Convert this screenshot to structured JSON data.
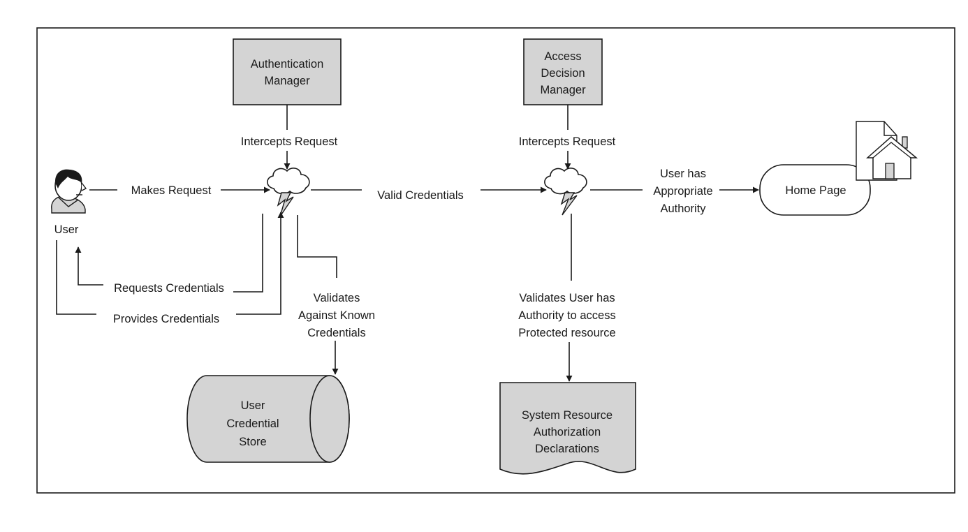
{
  "nodes": {
    "auth_manager": [
      "Authentication",
      "Manager"
    ],
    "access_manager": [
      "Access",
      "Decision",
      "Manager"
    ],
    "user": "User",
    "home_page": "Home Page",
    "credential_store": [
      "User",
      "Credential",
      "Store"
    ],
    "authorization_declarations": [
      "System Resource",
      "Authorization",
      "Declarations"
    ]
  },
  "edges": {
    "makes_request": "Makes Request",
    "intercepts_request_1": "Intercepts Request",
    "intercepts_request_2": "Intercepts Request",
    "valid_credentials": "Valid Credentials",
    "requests_credentials": "Requests Credentials",
    "provides_credentials": "Provides Credentials",
    "validates_known": [
      "Validates",
      "Against Known",
      "Credentials"
    ],
    "validates_authority": [
      "Validates User has",
      "Authority to access",
      "Protected resource"
    ],
    "appropriate_authority": [
      "User has",
      "Appropriate",
      "Authority"
    ]
  }
}
